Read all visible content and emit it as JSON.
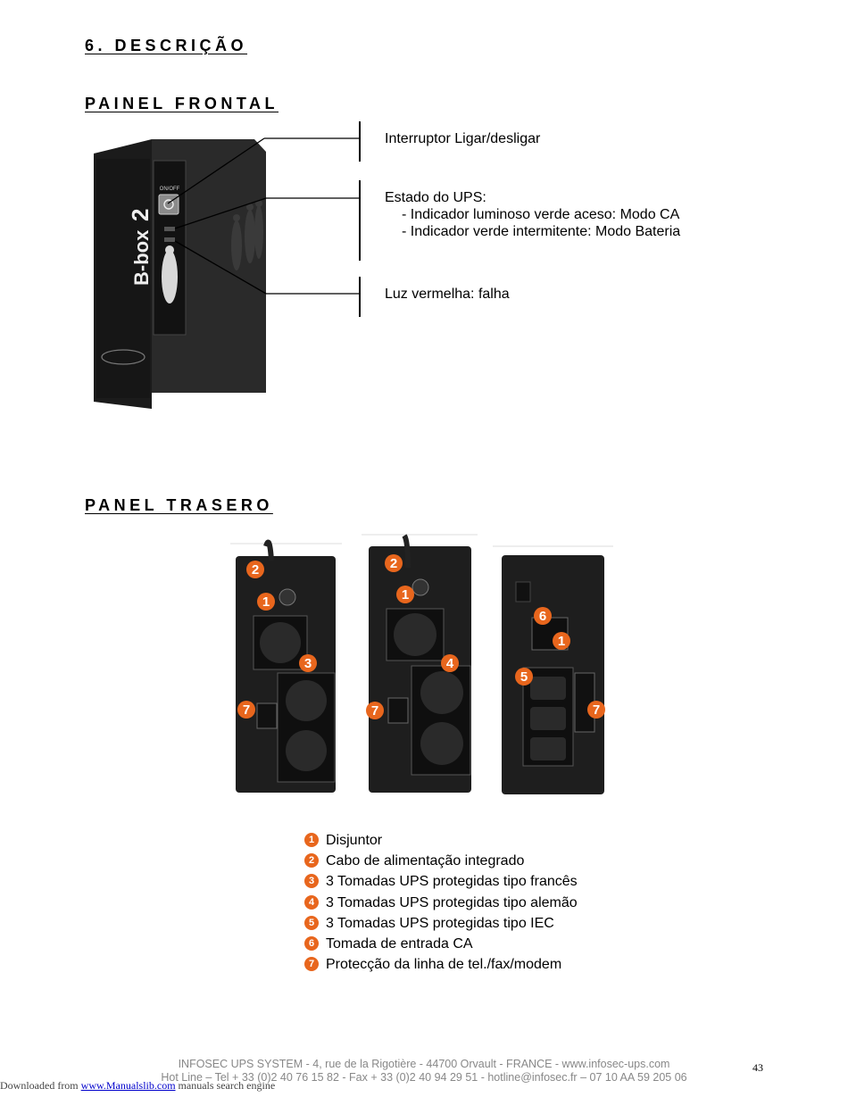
{
  "section_title": "6. DESCRIÇÃO",
  "front_panel": {
    "heading": "PAINEL FRONTAL",
    "device": {
      "brand_text": "B-box",
      "model_number": "2",
      "onoff_label": "ON/OFF"
    },
    "labels": [
      {
        "lines": [
          "Interruptor Ligar/desligar"
        ]
      },
      {
        "title": "Estado do UPS:",
        "lines": [
          "- Indicador luminoso verde aceso: Modo CA",
          "- Indicador verde intermitente: Modo Bateria"
        ]
      },
      {
        "lines": [
          "Luz vermelha: falha"
        ]
      }
    ]
  },
  "rear_panel": {
    "heading": "PANEL TRASERO",
    "legend": [
      {
        "num": "1",
        "text": "Disjuntor"
      },
      {
        "num": "2",
        "text": "Cabo de alimentação integrado"
      },
      {
        "num": "3",
        "text": "3 Tomadas UPS protegidas tipo francês"
      },
      {
        "num": "4",
        "text": "3 Tomadas UPS protegidas tipo alemão"
      },
      {
        "num": "5",
        "text": "3 Tomadas UPS protegidas tipo IEC"
      },
      {
        "num": "6",
        "text": "Tomada de entrada CA"
      },
      {
        "num": "7",
        "text": "Protecção da linha de tel./fax/modem"
      }
    ]
  },
  "footer": {
    "line1": "INFOSEC UPS SYSTEM - 4, rue de la Rigotière - 44700 Orvault - FRANCE -  www.infosec-ups.com",
    "line2": "Hot Line – Tel + 33 (0)2 40 76 15 82 - Fax + 33 (0)2 40 94 29 51 - hotline@infosec.fr – 07 10 AA 59 205 06",
    "page_number": "43"
  },
  "download_note": {
    "prefix": "Downloaded from ",
    "link_text": "www.Manualslib.com",
    "suffix": " manuals search engine"
  },
  "colors": {
    "accent": "#e8661d",
    "device": "#1f1f1f"
  }
}
